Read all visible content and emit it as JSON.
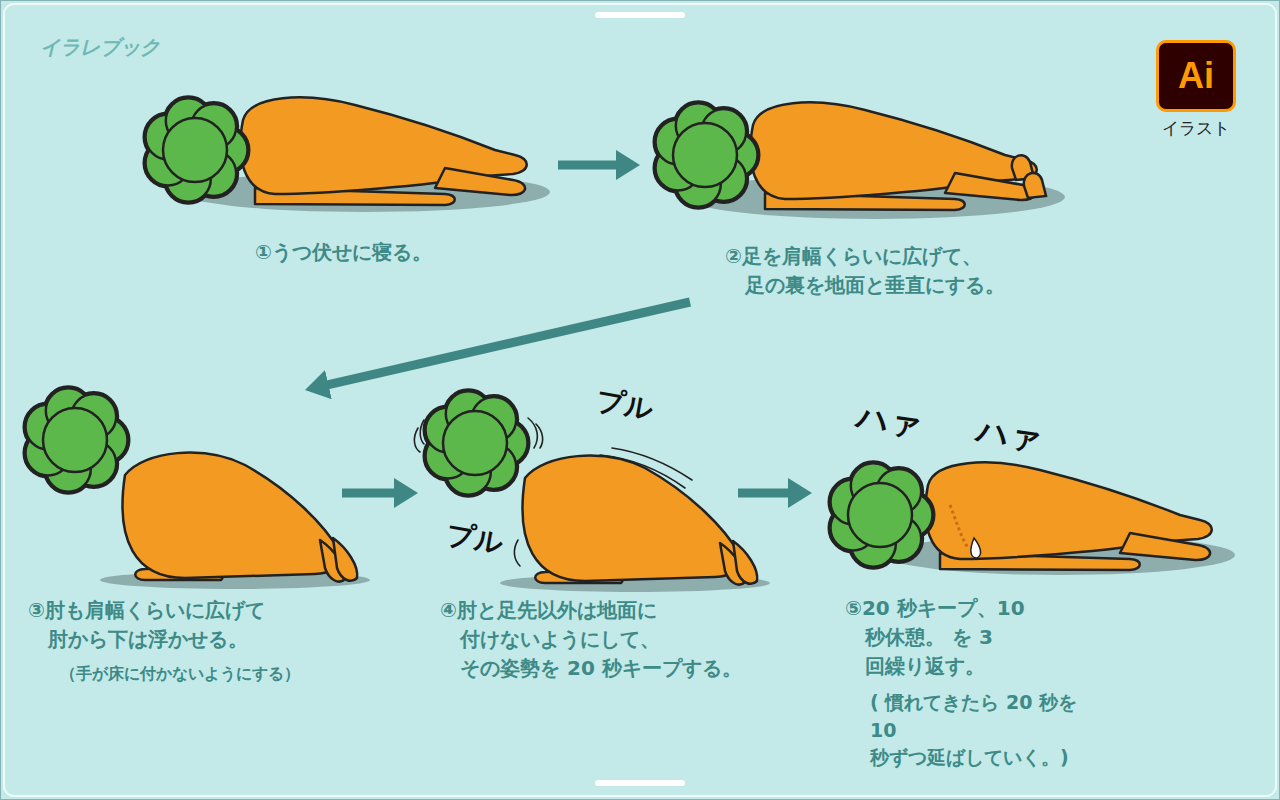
{
  "diagram": {
    "nodes": [
      {
        "text": [
          "①うつ伏せに寝る。"
        ]
      },
      {
        "text": [
          "②足を肩幅くらいに広げて、 足の裏を地面と垂直にする。"
        ]
      },
      {
        "text": [
          "Ai",
          "イラスト"
        ]
      },
      {
        "text": [
          "③肘も肩幅くらいに広げて 肘から下は浮かせる。",
          "（手が床に付かないようにする）"
        ]
      },
      {
        "text": [
          "④肘と足先以外は地面に 付けないようにして、 その姿勢を 20 秒キープする。"
        ]
      },
      {
        "text": [
          "⑤20 秒キープ、10 秒休憩。 を 3 回繰り返す。",
          "( 慣れてきたら 20 秒を 10 秒ずつ延ばしていく。)"
        ]
      }
    ],
    "edges": [
      {
        "from": 0,
        "to": 1,
        "arrow": "to"
      },
      {
        "from": 1,
        "to": 3,
        "arrow": "to"
      },
      {
        "from": 3,
        "to": 4,
        "arrow": "to"
      },
      {
        "from": 4,
        "to": 5,
        "arrow": "to"
      }
    ],
    "labels": [
      "イラレブック",
      "プル",
      "プル",
      "ハァ",
      "ハァ"
    ]
  }
}
